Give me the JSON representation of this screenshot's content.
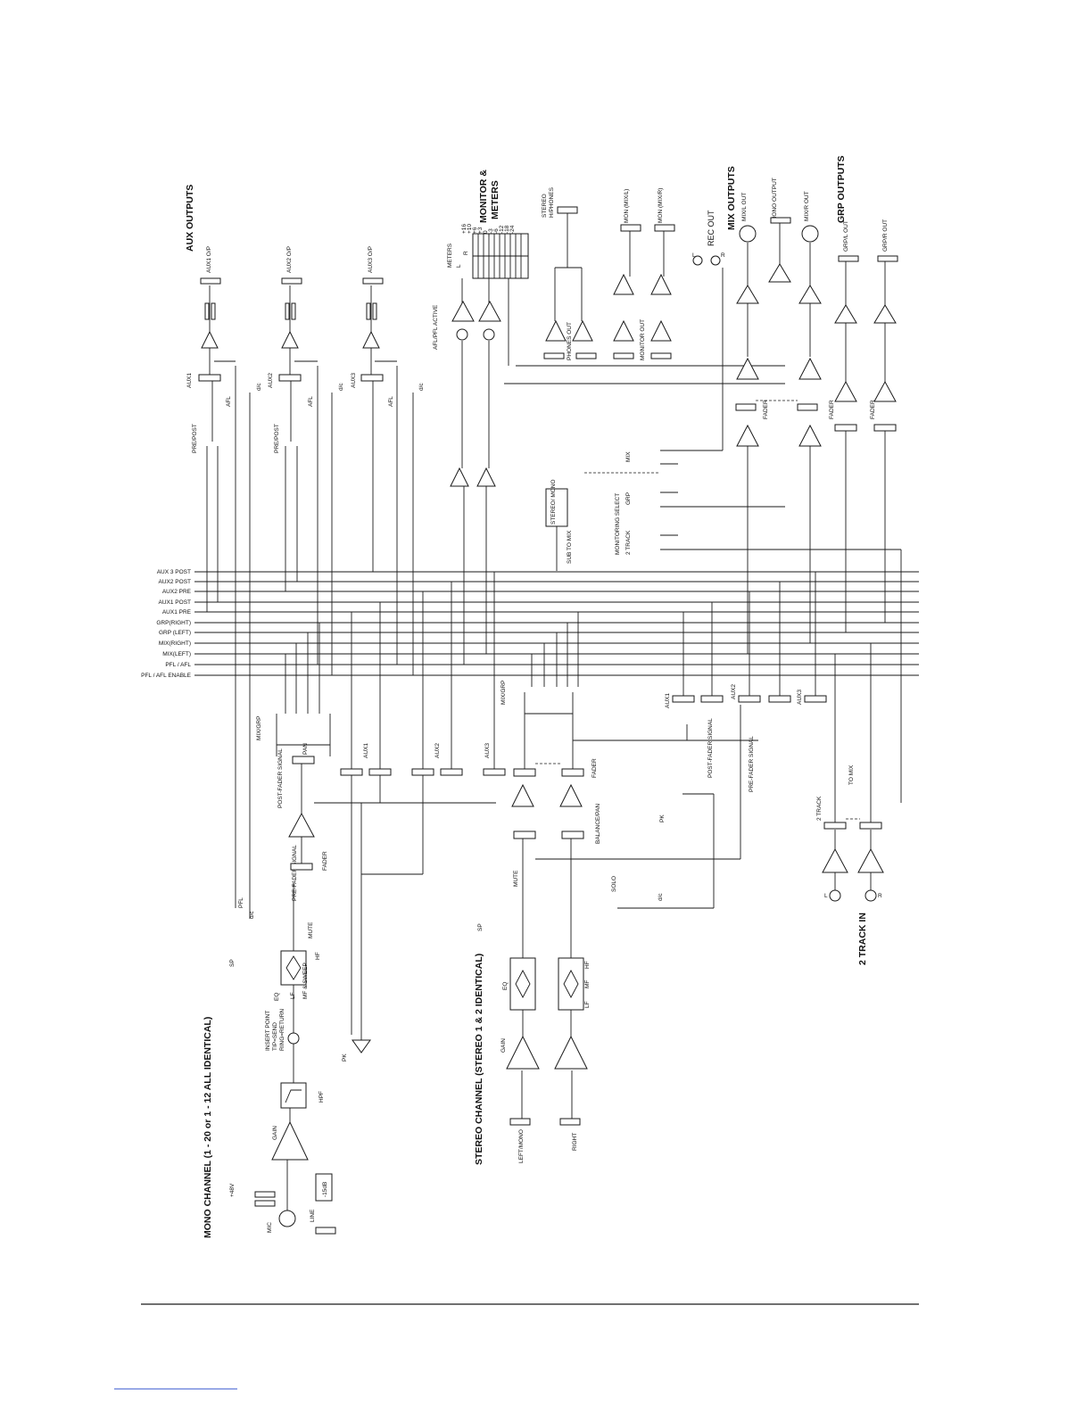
{
  "titles": {
    "aux_outputs": "AUX OUTPUTS",
    "monitor_meters_1": "MONITOR &",
    "monitor_meters_2": "METERS",
    "mix_outputs": "MIX OUTPUTS",
    "grp_outputs": "GRP OUTPUTS",
    "rec_out": "REC OUT",
    "two_track_in": "2 TRACK IN",
    "mono_channel": "MONO CHANNEL (1 - 20 or 1 - 12 ALL IDENTICAL)",
    "stereo_channel": "STEREO CHANNEL (STEREO 1 & 2 IDENTICAL)"
  },
  "buses": [
    "AUX 3 POST",
    "AUX2 POST",
    "AUX2 PRE",
    "AUX1 POST",
    "AUX1 PRE",
    "GRP(RIGHT)",
    "GRP (LEFT)",
    "MIX(RIGHT)",
    "MIX(LEFT)",
    "PFL / AFL",
    "PFL / AFL ENABLE"
  ],
  "aux_labels": {
    "aux1_op": "AUX1 O/P",
    "aux2_op": "AUX2 O/P",
    "aux3_op": "AUX3 O/P",
    "aux1": "AUX1",
    "aux2": "AUX2",
    "aux3": "AUX3",
    "pre_post": "PRE/POST",
    "afl": "AFL",
    "dc": "d/c"
  },
  "monitor_labels": {
    "meters": "METERS",
    "l": "L",
    "r": "R",
    "meter_scale": [
      "+16",
      "+10",
      "+6",
      "+3",
      "0",
      "-3",
      "-6",
      "-12",
      "-18",
      "-24"
    ],
    "afl_pfl_active": "AFL/PFL ACTIVE",
    "stereo": "STEREO",
    "headphones": "H/PHONES",
    "phones_out": "PHONES OUT",
    "monitor_out": "MONITOR OUT",
    "mon_mix_l": "MON (MIX/L)",
    "mon_mix_r": "MON (MIX/R)",
    "stereo_mono": "STEREO/ MONO",
    "sub_to_mix": "SUB TO MIX",
    "monitoring_select": "MONITORING SELECT",
    "mix": "MIX",
    "grp": "GRP",
    "two_track": "2 TRACK"
  },
  "mix_labels": {
    "mix_l_out": "MIX/L OUT",
    "mono_output": "MONO OUTPUT",
    "mix_r_out": "MIX/R OUT",
    "grp_l_out": "GRP/L OUT",
    "grp_r_out": "GRP/R OUT",
    "fader": "FADER",
    "l": "L",
    "r": "R"
  },
  "mono_labels": {
    "mic": "MIC",
    "line": "LINE",
    "p48v": "+48V",
    "gain": "GAIN",
    "pad": "-15dB",
    "hpf": "HPF",
    "insert_point_1": "INSERT POINT",
    "insert_point_2": "TIP=SEND",
    "insert_point_3": "RING=RETURN",
    "pk": "PK",
    "sp": "SP",
    "eq": "EQ",
    "lf": "LF",
    "mf_sweep": "MF & SWEEP",
    "hf": "HF",
    "mute": "MUTE",
    "pre_fader_signal": "PRE-FADER SIGNAL",
    "fader": "FADER",
    "pfl": "PFL",
    "dc": "d/c",
    "post_fader_signal": "POST-FADER SIGNAL",
    "pan": "PAN",
    "mix_grp": "MIX/GRP",
    "aux1": "AUX1",
    "aux2": "AUX2",
    "aux3": "AUX3"
  },
  "stereo_labels": {
    "left_mono": "LEFT/MONO",
    "right": "RIGHT",
    "gain": "GAIN",
    "eq": "EQ",
    "lf": "LF",
    "mf": "MF",
    "hf": "HF",
    "sp": "SP",
    "mute": "MUTE",
    "solo": "SOLO",
    "dc": "d/c",
    "balance_pan": "BALANCE/PAN",
    "fader": "FADER",
    "pk": "PK",
    "mix_grp": "MIX/GRP",
    "aux1": "AUX1",
    "aux2": "AUX2",
    "aux3": "AUX3",
    "post_fader_signal": "POST-FADER SIGNAL",
    "pre_fader_signal": "PRE-FADER SIGNAL",
    "two_track": "2 TRACK",
    "to_mix": "TO MIX"
  }
}
